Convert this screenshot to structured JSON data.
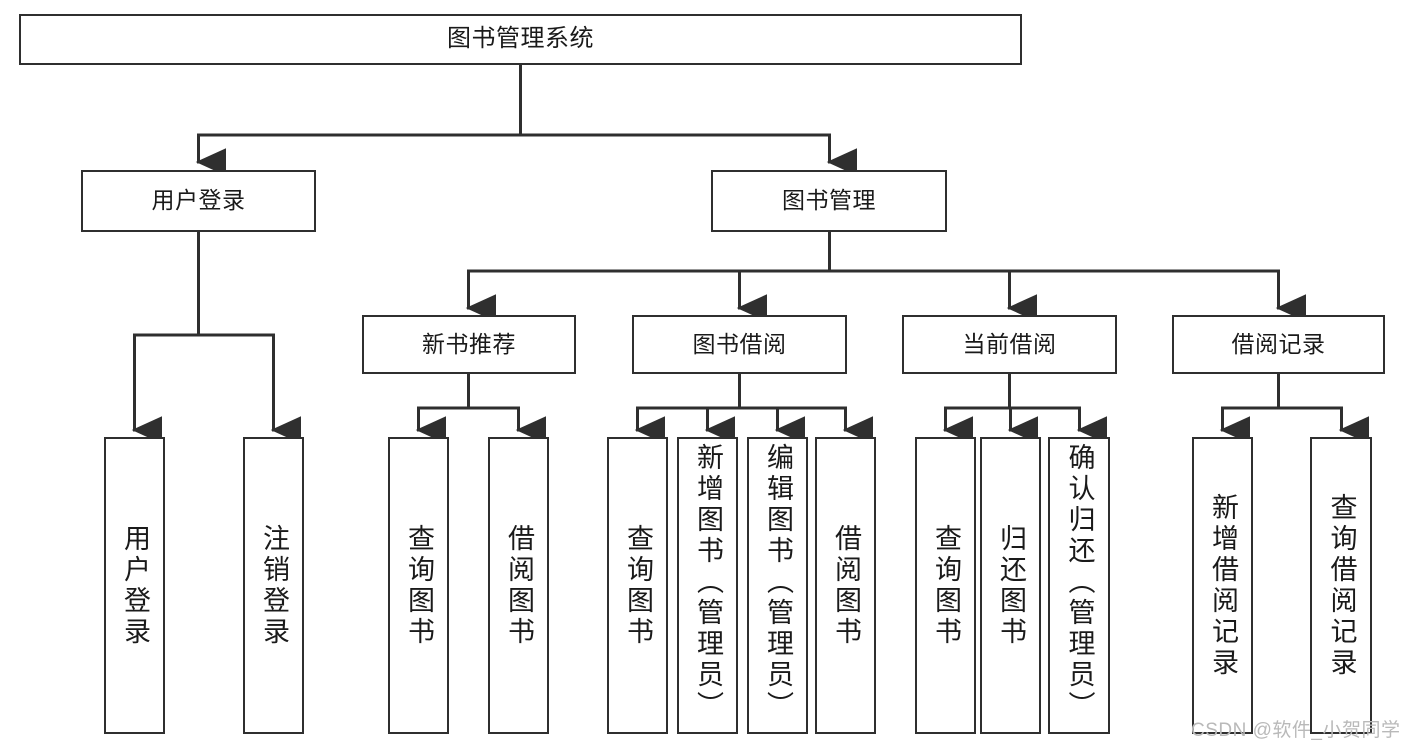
{
  "diagram": {
    "type": "hierarchy-tree",
    "title": "图书管理系统",
    "root": {
      "id": "root",
      "label": "图书管理系统"
    },
    "level2": [
      {
        "id": "user-login",
        "label": "用户登录"
      },
      {
        "id": "book-manage",
        "label": "图书管理"
      }
    ],
    "level3": [
      {
        "id": "new-book-recommend",
        "label": "新书推荐"
      },
      {
        "id": "book-borrow",
        "label": "图书借阅"
      },
      {
        "id": "current-borrow",
        "label": "当前借阅"
      },
      {
        "id": "borrow-record",
        "label": "借阅记录"
      }
    ],
    "leaves": {
      "user_login": [
        {
          "id": "leaf-user-login",
          "label": "用户登录"
        },
        {
          "id": "leaf-logout-login",
          "label": "注销登录"
        }
      ],
      "new_book_recommend": [
        {
          "id": "leaf-query-book-1",
          "label": "查询图书"
        },
        {
          "id": "leaf-borrow-book-1",
          "label": "借阅图书"
        }
      ],
      "book_borrow": [
        {
          "id": "leaf-query-book-2",
          "label": "查询图书"
        },
        {
          "id": "leaf-add-book",
          "label": "新增图书（管理员）"
        },
        {
          "id": "leaf-edit-book",
          "label": "编辑图书（管理员）"
        },
        {
          "id": "leaf-borrow-book-2",
          "label": "借阅图书"
        }
      ],
      "current_borrow": [
        {
          "id": "leaf-query-book-3",
          "label": "查询图书"
        },
        {
          "id": "leaf-return-book",
          "label": "归还图书"
        },
        {
          "id": "leaf-confirm-return",
          "label": "确认归还（管理员）"
        }
      ],
      "borrow_record": [
        {
          "id": "leaf-add-record",
          "label": "新增借阅记录"
        },
        {
          "id": "leaf-query-record",
          "label": "查询借阅记录"
        }
      ]
    }
  },
  "watermark": {
    "text": "CSDN @软件_小贺同学"
  },
  "colors": {
    "stroke": "#2f2f2f",
    "box_fill": "#ffffff",
    "text": "#1a1a1a",
    "watermark": "#b9b9b9",
    "background": "#ffffff"
  }
}
